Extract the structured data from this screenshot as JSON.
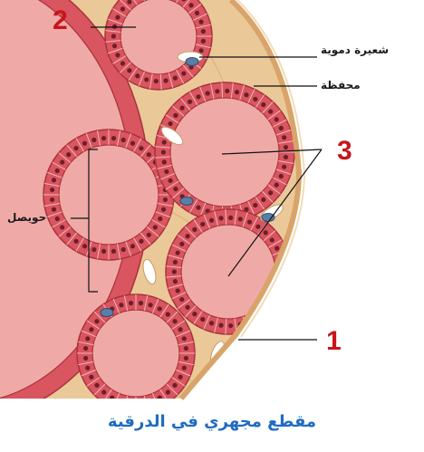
{
  "labels": {
    "n1": "1",
    "n2": "2",
    "n3": "3",
    "capillary": "شعيرة دموية",
    "capsule": "محفظة",
    "follicle": "حويصل"
  },
  "caption": "مقطع مجهري في الدرقية",
  "colors": {
    "stroma": "#e9c79b",
    "cell": "#d9555f",
    "colloid": "#efaaa8",
    "nucleus": "#6b1f2a",
    "number": "#c8151b",
    "caption": "#1f6cc0"
  }
}
